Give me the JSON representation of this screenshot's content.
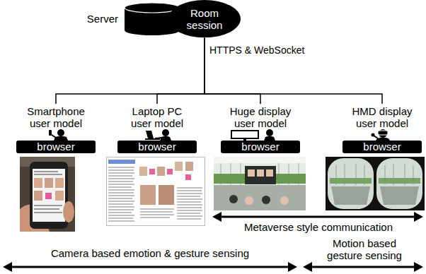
{
  "diagram": {
    "nodes": [
      {
        "text": [
          "Server"
        ]
      },
      {
        "text": [
          "Room session"
        ]
      },
      {
        "text": [
          "Smartphone user model",
          "browser"
        ]
      },
      {
        "text": [
          "Laptop PC user model",
          "browser"
        ]
      },
      {
        "text": [
          "Huge display user model",
          "browser"
        ]
      },
      {
        "text": [
          "HMD display user model",
          "browser"
        ]
      }
    ],
    "edges": [
      {
        "from": 1,
        "to": 2,
        "arrow": "none"
      },
      {
        "from": 1,
        "to": 3,
        "arrow": "none"
      },
      {
        "from": 1,
        "to": 4,
        "arrow": "none"
      },
      {
        "from": 1,
        "to": 5,
        "arrow": "none"
      }
    ],
    "labels": [
      "HTTPS & WebSocket",
      "Metaverse style communication",
      "Camera based emotion & gesture sensing",
      "Motion based gesture sensing"
    ]
  }
}
